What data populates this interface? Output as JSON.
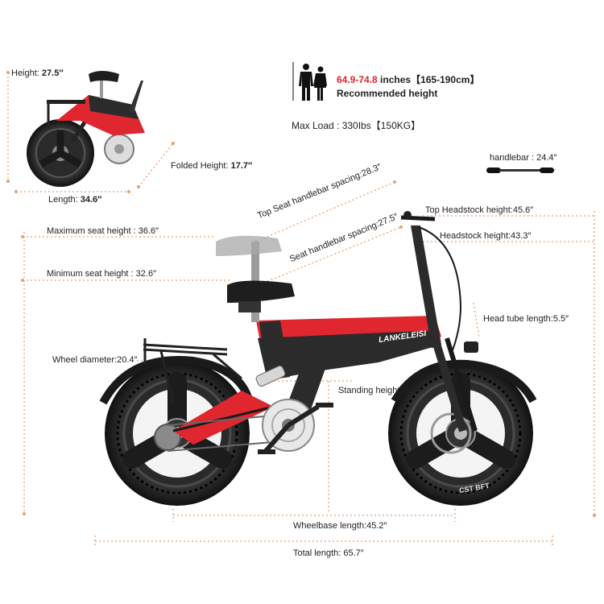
{
  "folded": {
    "height_label": "Height: ",
    "height_value": "27.5″",
    "length_label": "Length: ",
    "length_value": "34.6″",
    "folded_height_label": "Folded Height: ",
    "folded_height_value": "17.7″"
  },
  "rider": {
    "range_value": "64.9-74.8",
    "range_suffix": " inches【165-190cm】",
    "recommended": "Recommended height"
  },
  "max_load": "Max Load : 330Ibs【150KG】",
  "handlebar": "handlebar : 24.4″",
  "dimensions": {
    "top_seat_handlebar": "Top Seat handlebar spacing:28.3″",
    "seat_handlebar": "Seat handlebar spacing:27.5″",
    "top_headstock": "Top Headstock height:45.6″",
    "headstock": "Headstock height:43.3″",
    "max_seat": "Maximum seat height : 36.6″",
    "min_seat": "Minimum seat height : 32.6″",
    "head_tube": "Head tube length:5.5″",
    "wheel_diameter": "Wheel diameter:20.4″",
    "standing_height": "Standing height:24.4″",
    "wheelbase": "Wheelbase length:45.2″",
    "total_length": "Total length: 65.7″"
  },
  "brand": {
    "frame_logo": "LANKELEISI",
    "tire_text": "CST BFT"
  },
  "colors": {
    "accent": "#e0262e",
    "frame_dark": "#2b2b2b",
    "dimension_line": "#e8a070"
  }
}
